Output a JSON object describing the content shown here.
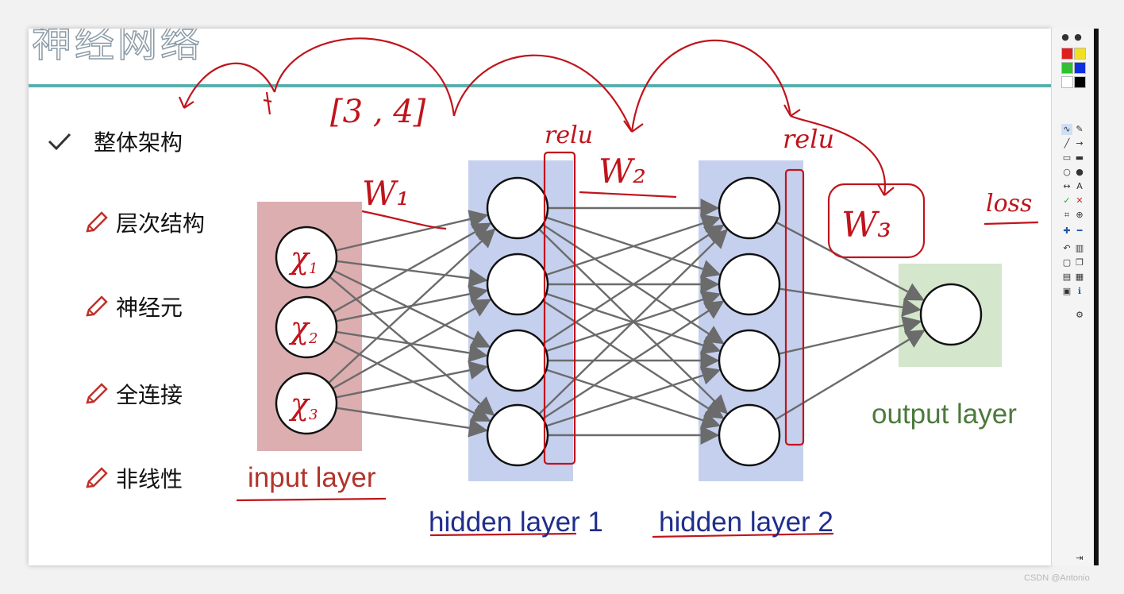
{
  "slide": {
    "title": "神经网络",
    "bullets": [
      {
        "label": "整体架构"
      },
      {
        "label": "层次结构"
      },
      {
        "label": "神经元"
      },
      {
        "label": "全连接"
      },
      {
        "label": "非线性"
      }
    ],
    "layers": {
      "input": "input layer",
      "hidden1": "hidden layer 1",
      "hidden2": "hidden layer 2",
      "output": "output layer"
    },
    "input_nodes": [
      "x1",
      "x2",
      "x3"
    ],
    "annotations": [
      "[3,4]",
      "W1",
      "relu",
      "W2",
      "relu",
      "W3",
      "loss"
    ]
  },
  "toolbar": {
    "colors": [
      "#e02020",
      "#f0e020",
      "#30c030",
      "#1030e0",
      "#ffffff",
      "#000000"
    ],
    "tools": [
      "pen-icon",
      "line-icon",
      "rect-icon",
      "ellipse-icon",
      "arrow-icon",
      "text-icon",
      "check-icon",
      "cross-icon",
      "zoom-icon",
      "plus-icon",
      "minus-icon",
      "undo-icon",
      "trash-icon",
      "new-page-icon",
      "copy-icon",
      "print-icon",
      "save-icon",
      "settings-icon",
      "info-icon"
    ]
  },
  "watermark": "CSDN @Antonio"
}
